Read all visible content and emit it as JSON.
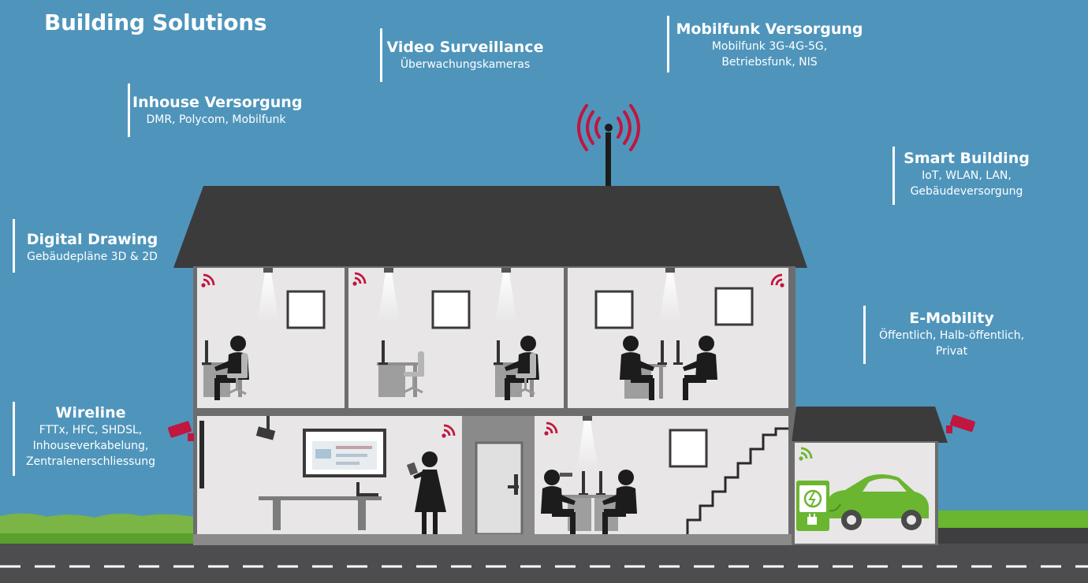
{
  "title": "Building Solutions",
  "labels": {
    "video": {
      "heading": "Video Surveillance",
      "lines": [
        "Überwachungskameras"
      ]
    },
    "mobilfunk": {
      "heading": "Mobilfunk Versorgung",
      "lines": [
        "Mobilfunk 3G-4G-5G,",
        "Betriebsfunk, NIS"
      ]
    },
    "inhouse": {
      "heading": "Inhouse Versorgung",
      "lines": [
        "DMR, Polycom, Mobilfunk"
      ]
    },
    "smart": {
      "heading": "Smart Building",
      "lines": [
        "IoT, WLAN, LAN,",
        "Gebäudeversorgung"
      ]
    },
    "digital": {
      "heading": "Digital Drawing",
      "lines": [
        "Gebäudepläne 3D & 2D"
      ]
    },
    "emobility": {
      "heading": "E-Mobility",
      "lines": [
        "Öffentlich, Halb-öffentlich,",
        "Privat"
      ]
    },
    "wireline": {
      "heading": "Wireline",
      "lines": [
        "FTTx, HFC, SHDSL,",
        "Inhouseverkabelung,",
        "Zentralenerschliessung"
      ]
    }
  },
  "colors": {
    "sky": "#4f95bb",
    "roof": "#3b3b3c",
    "wall": "#e8e6e6",
    "frame": "#6d6d6e",
    "accent": "#c0163f",
    "green": "#6ab630",
    "road": "#4d4d4f"
  },
  "icons": [
    "antenna-icon",
    "wifi-signal-icon",
    "security-camera-icon",
    "ev-charger-icon",
    "electric-car-icon",
    "person-at-desk-icon"
  ]
}
